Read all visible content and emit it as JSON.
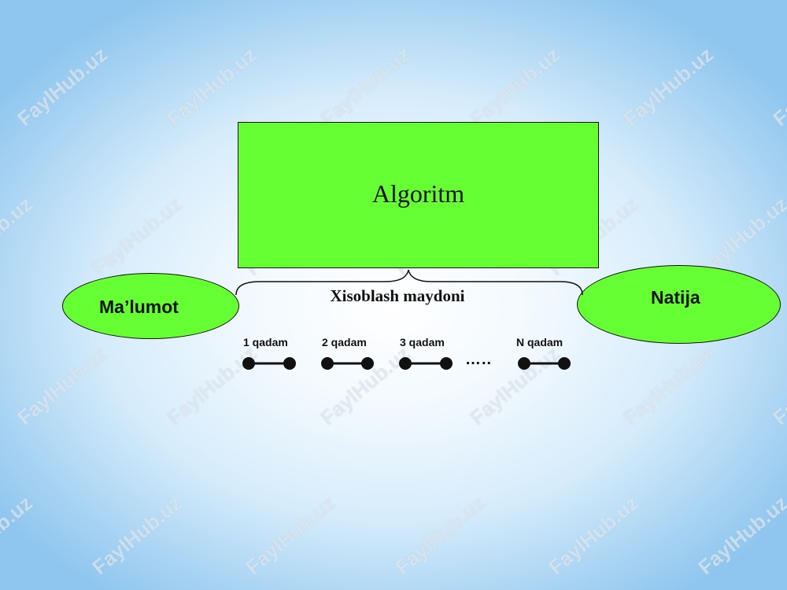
{
  "diagram": {
    "algorithm_label": "Algoritm",
    "input_label": "Ma’lumot",
    "output_label": "Natija",
    "computation_field_label": "Xisoblash maydoni",
    "steps": [
      "1 qadam",
      "2 qadam",
      "3 qadam",
      "N qadam"
    ],
    "ellipsis": "…..",
    "watermark": "FaylHub.uz"
  },
  "colors": {
    "shape_fill": "#66ff33",
    "stroke": "#111111",
    "background": "#a9d4f3"
  }
}
